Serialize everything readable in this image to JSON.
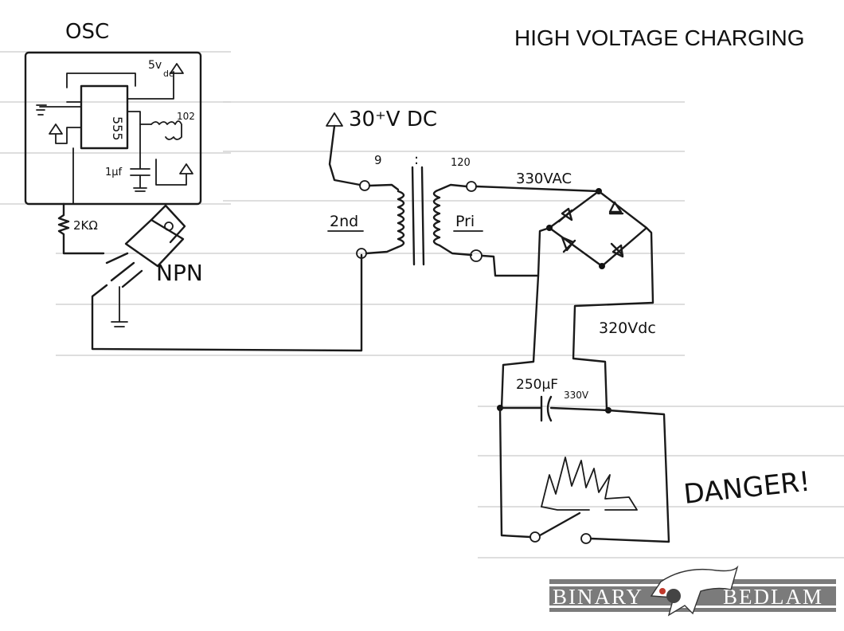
{
  "title": "HIGH VOLTAGE CHARGING",
  "labels": {
    "osc": "OSC",
    "v5": "5v",
    "dc_sub": "dc",
    "ic": "555",
    "r102": "102",
    "cap": "1μf",
    "resistor": "2KΩ",
    "npn": "NPN",
    "supply": "30⁺V DC",
    "ratio_left": "9",
    "ratio_colon": ":",
    "ratio_right": "120",
    "secondary": "2nd",
    "primary": "Pri",
    "vac": "330VAC",
    "vdc": "320Vdc",
    "capacitance": "250μF",
    "cap_voltage": "330V",
    "danger": "DANGER!"
  },
  "logo": {
    "left": "BINARY",
    "right": "BEDLAM"
  }
}
